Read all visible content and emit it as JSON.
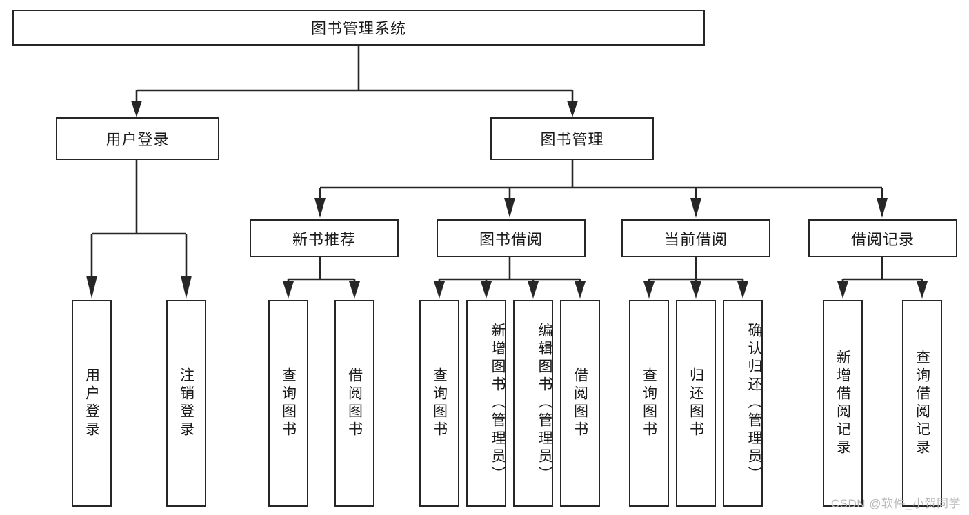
{
  "diagram": {
    "title": "图书管理系统",
    "type": "tree-hierarchy-chart",
    "watermark": "CSDN @软件_小贺同学",
    "colors": {
      "background": "#ffffff",
      "stroke": "#262626",
      "text": "#1a1a1a",
      "watermark": "#b9b9b9"
    }
  },
  "root": {
    "label": "图书管理系统"
  },
  "level2": [
    {
      "label": "用户登录"
    },
    {
      "label": "图书管理"
    }
  ],
  "level3": [
    {
      "label": "新书推荐"
    },
    {
      "label": "图书借阅"
    },
    {
      "label": "当前借阅"
    },
    {
      "label": "借阅记录"
    }
  ],
  "leaves": {
    "user_login": [
      {
        "label": "用户登录"
      },
      {
        "label": "注销登录"
      }
    ],
    "new_book_recommend": [
      {
        "label": "查询图书"
      },
      {
        "label": "借阅图书"
      }
    ],
    "book_borrow": [
      {
        "label": "查询图书"
      },
      {
        "label": "新增图书（管理员）"
      },
      {
        "label": "编辑图书（管理员）"
      },
      {
        "label": "借阅图书"
      }
    ],
    "current_borrow": [
      {
        "label": "查询图书"
      },
      {
        "label": "归还图书"
      },
      {
        "label": "确认归还（管理员）"
      }
    ],
    "borrow_records": [
      {
        "label": "新增借阅记录"
      },
      {
        "label": "查询借阅记录"
      }
    ]
  }
}
